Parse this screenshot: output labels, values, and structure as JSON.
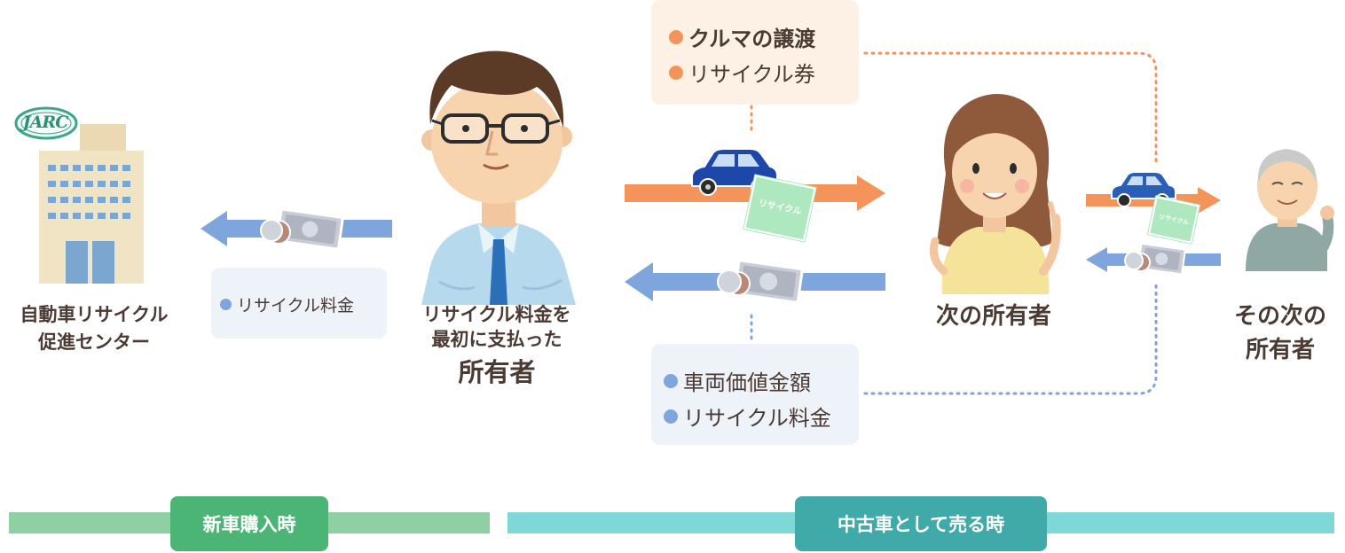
{
  "logo_text": "JARC",
  "center": {
    "line1": "自動車リサイクル",
    "line2": "促進センター"
  },
  "fee_box": {
    "item": "リサイクル料金"
  },
  "first_owner": {
    "line1": "リサイクル料金を",
    "line2": "最初に支払った",
    "line3": "所有者"
  },
  "transfer_box": {
    "items": [
      "クルマの譲渡",
      "リサイクル券"
    ]
  },
  "payment_box": {
    "items": [
      "車両価値金額",
      "リサイクル料金"
    ]
  },
  "next_owner": {
    "label": "次の所有者"
  },
  "following_owner": {
    "line1": "その次の",
    "line2": "所有者"
  },
  "ticket_text": "リサイクル",
  "phases": {
    "new_car": "新車購入時",
    "used_car": "中古車として売る時"
  },
  "colors": {
    "orange": "#f4935a",
    "blue": "#7fa6dc",
    "green_bar": "#8ed0a4",
    "green_pill": "#4bb575",
    "teal_bar": "#7fd8d8",
    "teal_pill": "#40aaa8",
    "text": "#4a3a32"
  }
}
